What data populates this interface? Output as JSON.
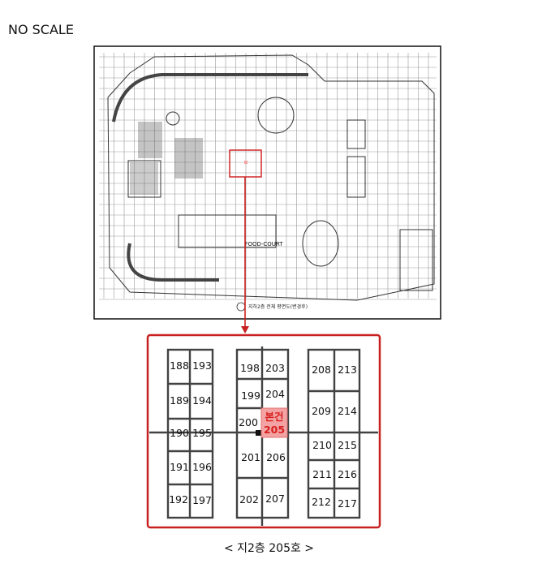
{
  "header": {
    "scale_note": "NO SCALE"
  },
  "plan": {
    "title": "지하2층 전체 평면도(변경후)",
    "food_court_label": "FOOD-COURT",
    "highlight_color": "#d02828"
  },
  "detail": {
    "subject_label": "본건",
    "subject_unit": "205",
    "subject_fill": "#f3a3a3",
    "units": {
      "col1_left": [
        "188",
        "189",
        "190",
        "191",
        "192"
      ],
      "col1_right": [
        "193",
        "194",
        "195",
        "196",
        "197"
      ],
      "col2_left": [
        "198",
        "199",
        "200",
        "201",
        "202"
      ],
      "col2_right": [
        "203",
        "204",
        "206",
        "207"
      ],
      "col3_left": [
        "208",
        "209",
        "210",
        "211",
        "212"
      ],
      "col3_right": [
        "213",
        "214",
        "215",
        "216",
        "217"
      ]
    }
  },
  "caption": "< 지2층 205호 >"
}
